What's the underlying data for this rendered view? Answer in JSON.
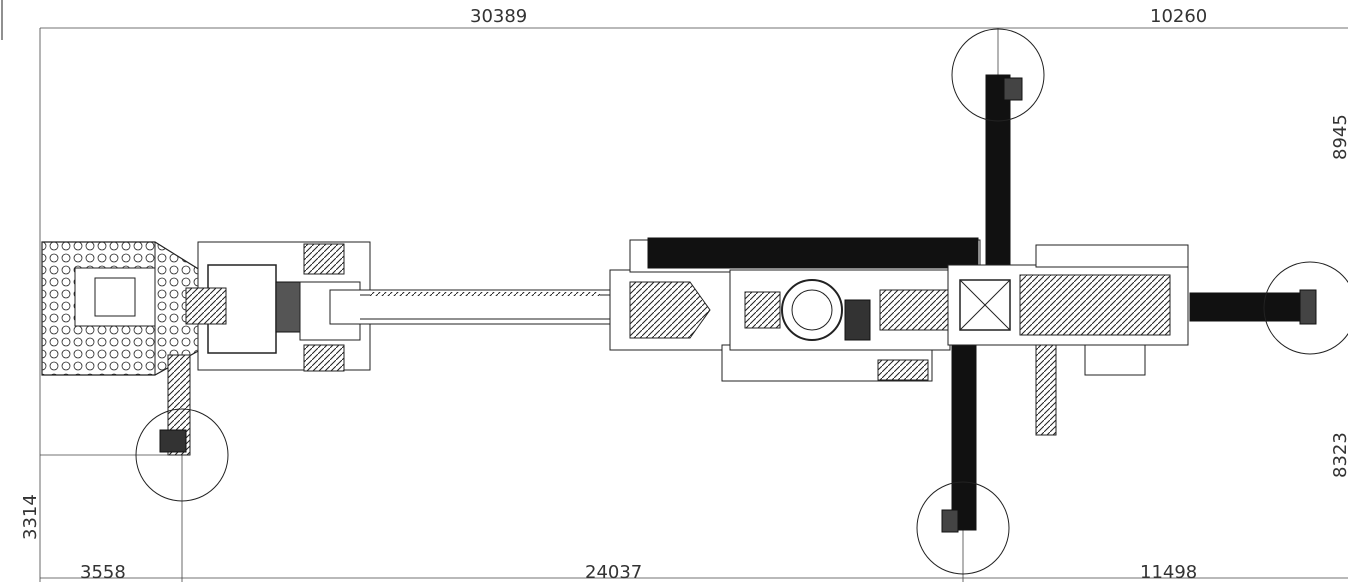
{
  "dimensions": {
    "top_left": "30389",
    "top_right": "10260",
    "right_upper": "8945",
    "right_lower": "8323",
    "left_vertical": "3314",
    "bottom_left": "3558",
    "bottom_middle": "24037",
    "bottom_right": "11498"
  }
}
